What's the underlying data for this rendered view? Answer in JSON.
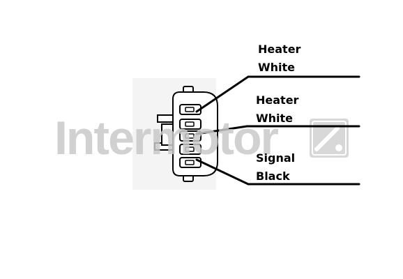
{
  "watermark": {
    "brand": "Intermotor"
  },
  "wires": [
    {
      "function": "Heater",
      "colour": "White"
    },
    {
      "function": "Heater",
      "colour": "White"
    },
    {
      "function": "Signal",
      "colour": "Black"
    }
  ],
  "colors": {
    "line": "#000000",
    "watermark": "#c9c9c9",
    "connector_fill": "#ffffff"
  }
}
